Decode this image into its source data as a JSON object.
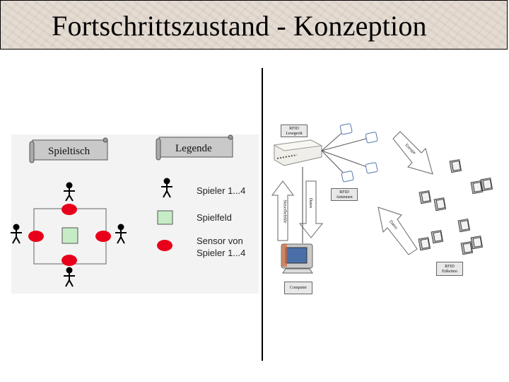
{
  "slide": {
    "title": "Fortschrittszustand - Konzeption"
  },
  "left": {
    "table_scroll_label": "Spieltisch",
    "legend_scroll_label": "Legende",
    "legend": {
      "players": "Spieler 1...4",
      "field": "Spielfeld",
      "sensor_line1": "Sensor von",
      "sensor_line2": "Spieler 1...4"
    },
    "colors": {
      "sensor": "#e8001a",
      "field": "#c6ecc6"
    }
  },
  "right": {
    "reader_line1": "RFID",
    "reader_line2": "Lesegerät",
    "antennas_line1": "RFID",
    "antennas_line2": "Antennen",
    "tags_line1": "RFID",
    "tags_line2": "Etiketten",
    "computer": "Computer",
    "arrow_steuerbefehle": "Steuerbefehle",
    "arrow_daten_down": "Daten",
    "arrow_energie": "Energie",
    "arrow_daten_diag": "Daten"
  }
}
